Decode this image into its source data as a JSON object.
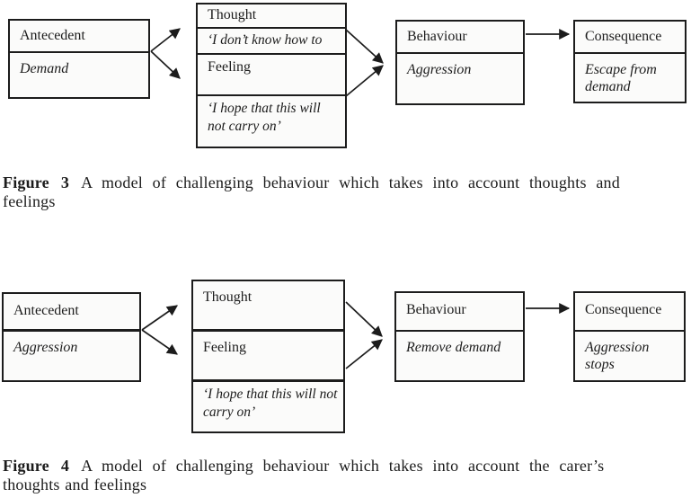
{
  "page": {
    "background": "#ffffff",
    "ink": "#1c1c1c",
    "box_fill": "#fbfbfa"
  },
  "figure3": {
    "antecedent": {
      "label": "Antecedent",
      "value": "Demand"
    },
    "middle": {
      "thought_label": "Thought",
      "thought_quote": "‘I don’t know how to",
      "feeling_label": "Feeling",
      "feeling_quote": "‘I hope that this will not carry on’"
    },
    "behaviour": {
      "label": "Behaviour",
      "value": "Aggression"
    },
    "consequence": {
      "label": "Consequence",
      "value": "Escape from demand"
    },
    "caption": {
      "label": "Figure",
      "number": "3",
      "line1": "A model of challenging behaviour which takes into account thoughts and",
      "line2": "feelings"
    }
  },
  "figure4": {
    "antecedent": {
      "label": "Antecedent",
      "value": "Aggression"
    },
    "middle": {
      "thought_label": "Thought",
      "feeling_label": "Feeling",
      "feeling_quote": "‘I hope that this will not carry on’"
    },
    "behaviour": {
      "label": "Behaviour",
      "value": "Remove demand"
    },
    "consequence": {
      "label": "Consequence",
      "value": "Aggression stops"
    },
    "caption": {
      "label": "Figure",
      "number": "4",
      "line1": "A model of challenging behaviour which takes into account the carer’s",
      "line2": "thoughts and feelings"
    }
  }
}
